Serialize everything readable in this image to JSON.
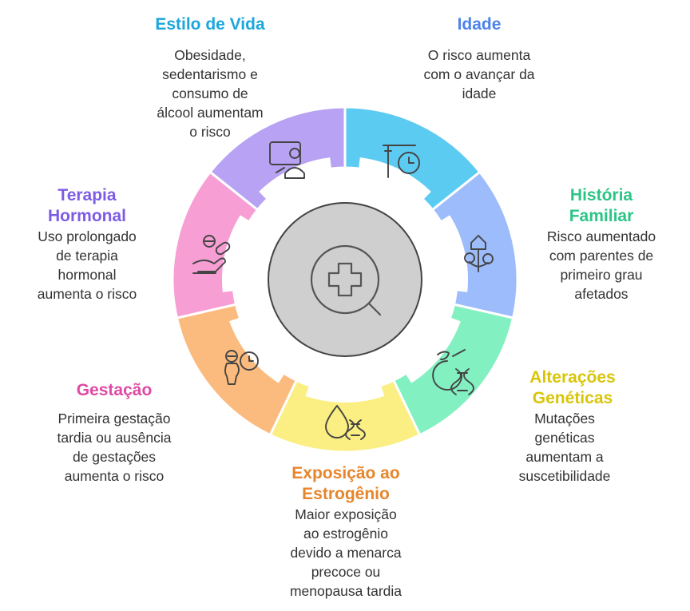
{
  "colors": {
    "estilo": "#5ccbf2",
    "idade": "#9dbcfb",
    "historia": "#82f0c0",
    "alteracoes": "#fbee83",
    "exposicao": "#fcbb7e",
    "gestacao": "#f79ed5",
    "terapia": "#b7a2f4",
    "hub": "#cfcfcf",
    "outline": "#444444"
  },
  "segments": [
    {
      "key": "estilo",
      "icon": "lifestyle-icon",
      "title": "Estilo de Vida",
      "title_color": "#1ba6dc",
      "desc": "Obesidade,\nsedentarismo e\nconsumo de\nálcool aumentam\no risco"
    },
    {
      "key": "idade",
      "icon": "age-clock-icon",
      "title": "Idade",
      "title_color": "#4d82eb",
      "desc": "O risco aumenta\ncom o avançar da\nidade"
    },
    {
      "key": "historia",
      "icon": "family-tree-icon",
      "title": "História\nFamiliar",
      "title_color": "#2cc486",
      "desc": "Risco aumentado\ncom parentes de\nprimeiro grau\nafetados"
    },
    {
      "key": "alteracoes",
      "icon": "dna-icon",
      "title": "Alterações\nGenéticas",
      "title_color": "#d9c508",
      "desc": "Mutações\ngenéticas\naumentam a\nsuscetibilidade"
    },
    {
      "key": "exposicao",
      "icon": "estrogen-drop-icon",
      "title": "Exposição ao\nEstrogênio",
      "title_color": "#e7852a",
      "desc": "Maior exposição\nao estrogênio\ndevido a menarca\nprecoce ou\nmenopausa tardia"
    },
    {
      "key": "gestacao",
      "icon": "pregnancy-clock-icon",
      "title": "Gestação",
      "title_color": "#df4aa4",
      "desc": "Primeira gestação\ntardia ou ausência\nde gestações\naumenta o risco"
    },
    {
      "key": "terapia",
      "icon": "hormone-pill-icon",
      "title": "Terapia\nHormonal",
      "title_color": "#7d5ce5",
      "desc": "Uso prolongado\nde terapia\nhormonal\naumenta o risco"
    }
  ],
  "hub": {
    "icon": "medical-search-icon"
  }
}
